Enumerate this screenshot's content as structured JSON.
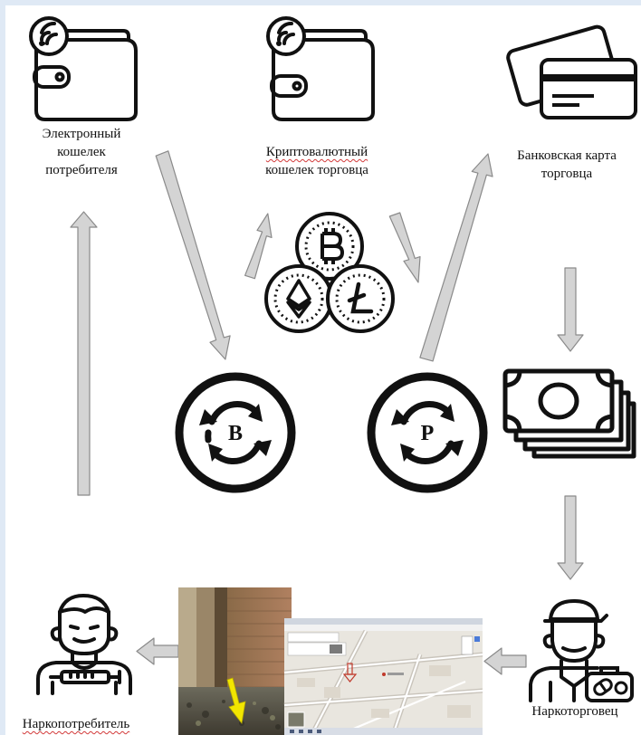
{
  "nodes": {
    "consumer_wallet": {
      "lines": [
        "Электронный",
        "кошелек",
        "потребителя"
      ],
      "icon": "wallet-icon"
    },
    "crypto_wallet": {
      "lines": [
        "Криптовалютный",
        "кошелек торговца"
      ],
      "icon": "wallet-icon"
    },
    "bank_card": {
      "lines": [
        "Банковская карта",
        "торговца"
      ],
      "icon": "credit-cards-icon"
    },
    "exchanger_b": {
      "letter": "B",
      "icon": "exchange-cycle-icon"
    },
    "exchanger_p": {
      "letter": "P",
      "icon": "exchange-cycle-icon"
    },
    "crypto_coins": {
      "icon": "crypto-coins-icon"
    },
    "cash": {
      "icon": "banknotes-icon"
    },
    "drug_dealer": {
      "label": "Наркоторговец",
      "icon": "dealer-icon"
    },
    "drug_consumer": {
      "label": "Наркопотребитель",
      "icon": "consumer-icon"
    },
    "stash_photo": {
      "icon": "stash-photo"
    },
    "map_screenshot": {
      "icon": "map-screenshot"
    }
  },
  "colors": {
    "arrow_fill": "#d4d4d4",
    "arrow_stroke": "#8a8a8a",
    "icon_stroke": "#111111",
    "border": "#dfe9f5",
    "map_marker": "#c0392b",
    "photo_arrow": "#f2e600"
  }
}
